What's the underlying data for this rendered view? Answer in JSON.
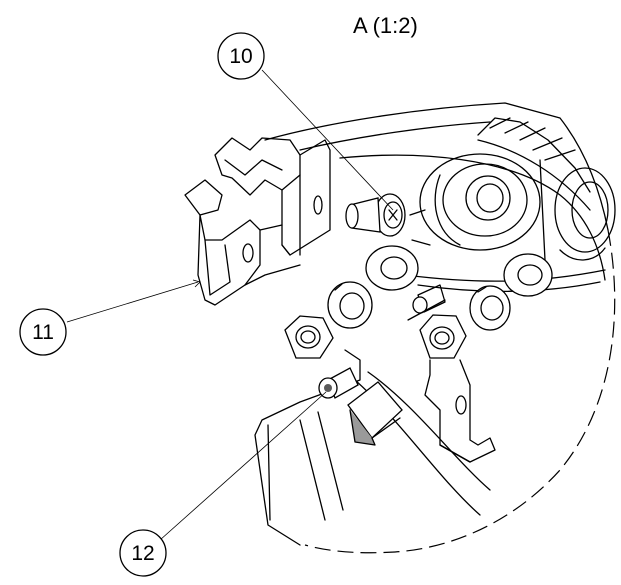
{
  "view_title": "A (1:2)",
  "callouts": [
    {
      "id": "callout-10",
      "label": "10"
    },
    {
      "id": "callout-11",
      "label": "11"
    },
    {
      "id": "callout-12",
      "label": "12"
    }
  ],
  "colors": {
    "line": "#000000",
    "background": "#ffffff",
    "shade": "#9a9a9a"
  }
}
